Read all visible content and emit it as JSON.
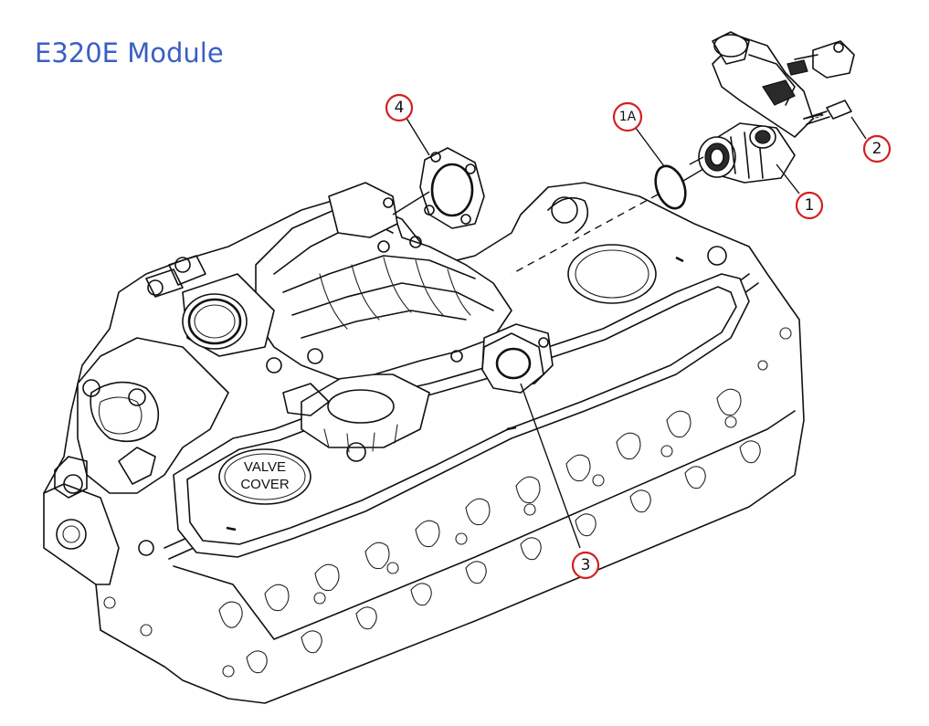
{
  "title": "E320E Module",
  "cover_label": {
    "line1": "VALVE",
    "line2": "COVER"
  },
  "callouts": [
    {
      "id": "c1",
      "label": "1"
    },
    {
      "id": "c1a",
      "label": "1A"
    },
    {
      "id": "c2",
      "label": "2"
    },
    {
      "id": "c3",
      "label": "3"
    },
    {
      "id": "c4",
      "label": "4"
    }
  ],
  "colors": {
    "title": "#3a5fc4",
    "callout_ring": "#d42020"
  }
}
